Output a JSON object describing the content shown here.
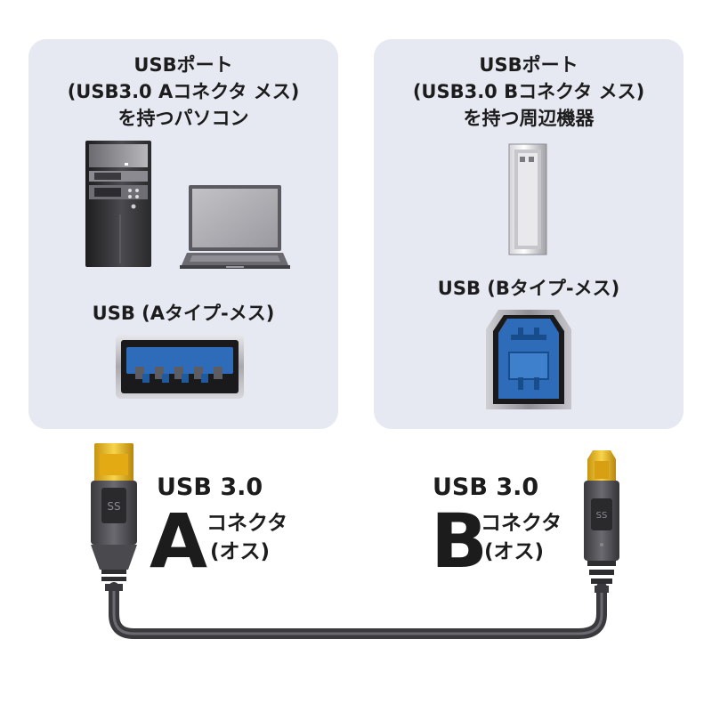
{
  "host_panel": {
    "title_lines": [
      "USBポート",
      "(USB3.0 Aコネクタ メス)",
      "を持つパソコン"
    ],
    "port_label": "USB (Aタイプ-メス)"
  },
  "device_panel": {
    "title_lines": [
      "USBポート",
      "(USB3.0 Bコネクタ メス)",
      "を持つ周辺機器"
    ],
    "port_label": "USB (Bタイプ-メス)"
  },
  "connector_a": {
    "spec": "USB 3.0",
    "letter": "A",
    "name_line1": "コネクタ",
    "name_line2": "(オス)"
  },
  "connector_b": {
    "spec": "USB 3.0",
    "letter": "B",
    "name_line1": "コネクタ",
    "name_line2": "(オス)"
  },
  "colors": {
    "panel_bg": "#e6e8f2",
    "usb3_blue": "#2e6bb8",
    "gold_plug": "#e8b61f",
    "cable_gray": "#4a4a4e"
  }
}
